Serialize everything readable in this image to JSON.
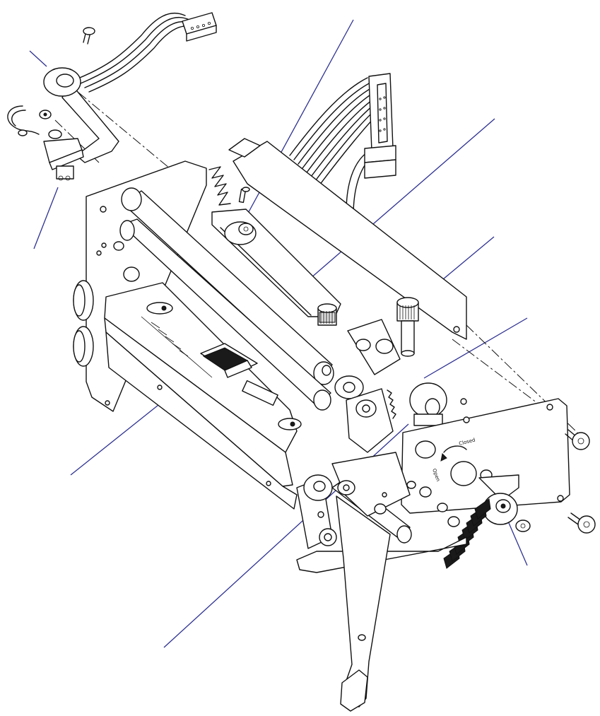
{
  "diagram": {
    "dial_label_closed": "Closed",
    "dial_label_open": "Open",
    "colors": {
      "line_art": "#111111",
      "callout_lines": "#2e3192",
      "background": "#ffffff"
    },
    "callout_count": 9
  }
}
